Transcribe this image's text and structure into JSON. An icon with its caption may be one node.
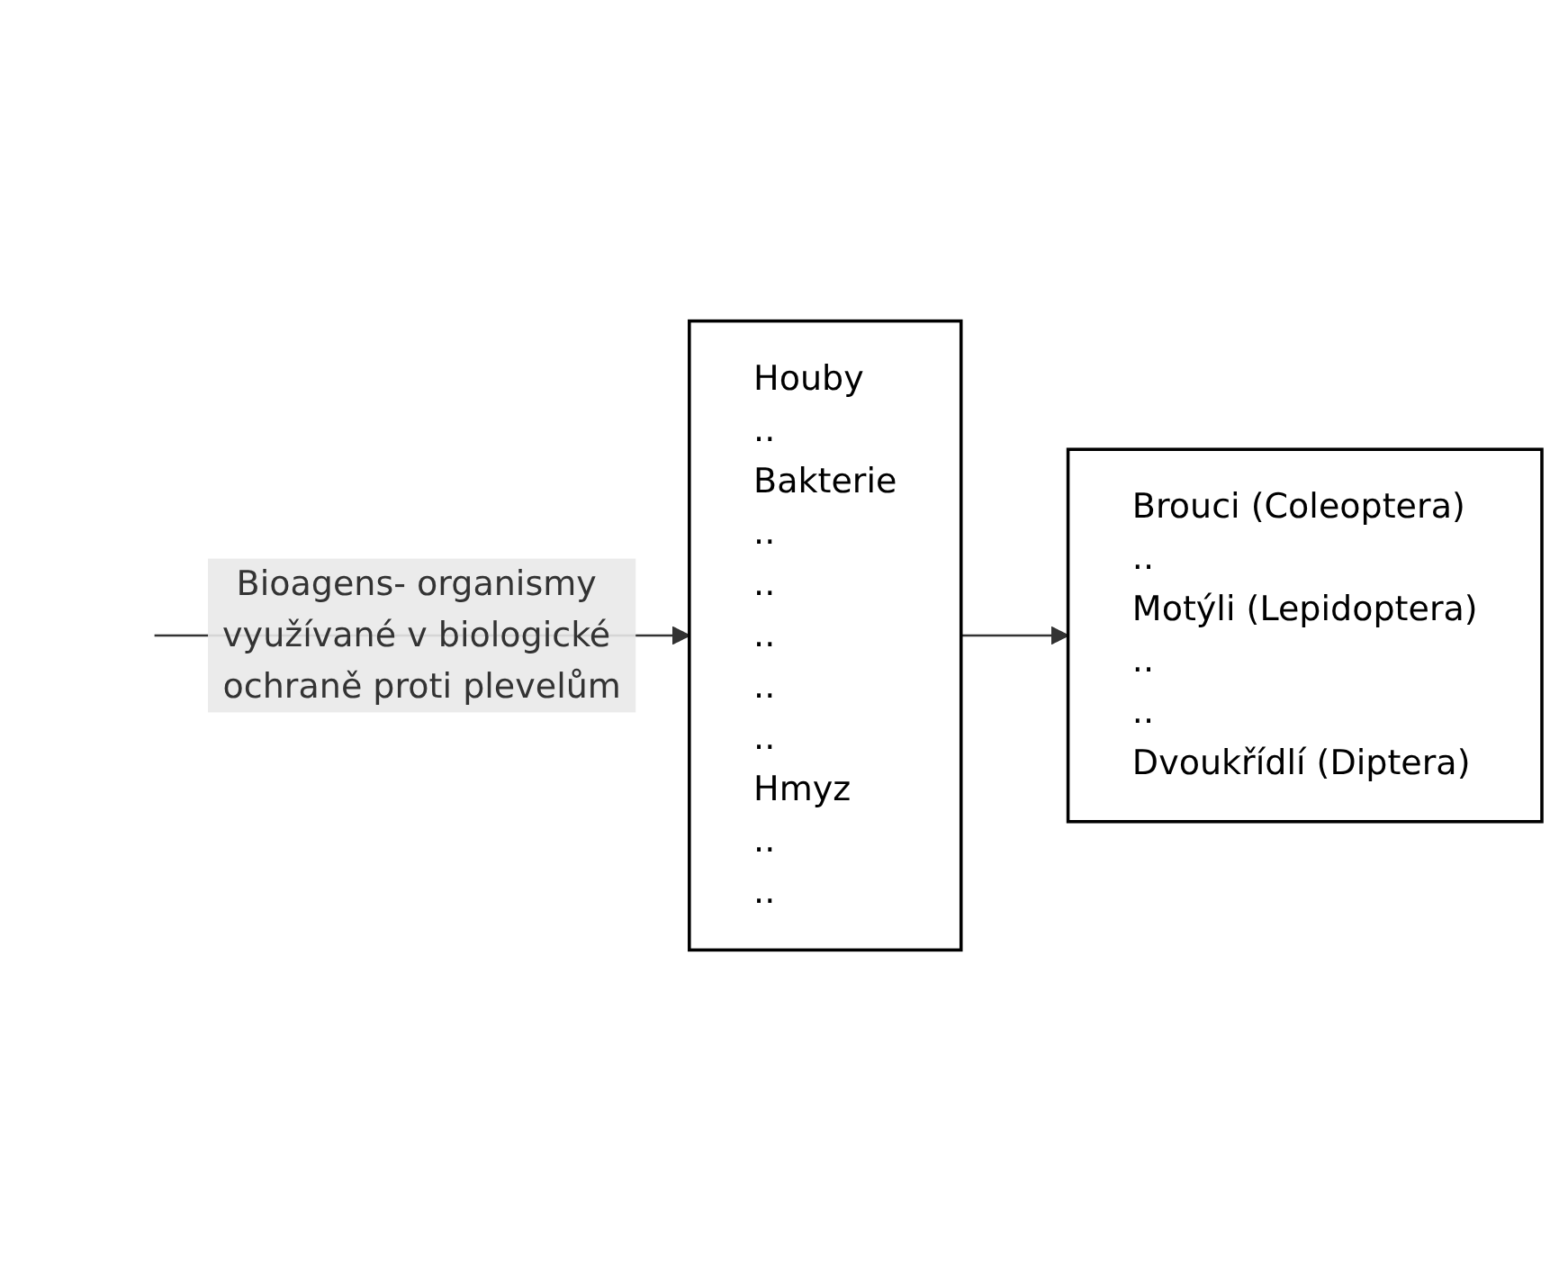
{
  "diagram": {
    "nodes": [
      {
        "text": [
          "Houby",
          "..",
          "Bakterie",
          "..",
          "..",
          "..",
          "..",
          "..",
          "Hmyz",
          "..",
          ".."
        ]
      },
      {
        "text": [
          "Brouci (Coleoptera)",
          "..",
          "Motýli (Lepidoptera)",
          "..",
          "..",
          "Dvoukřídlí (Diptera)"
        ]
      }
    ],
    "edges": [
      {
        "from": null,
        "to": 0,
        "arrow": "to",
        "label": "Bioagens- organismy využívané v biologické ochraně proti plevelům"
      },
      {
        "from": 0,
        "to": 1,
        "arrow": "to"
      }
    ]
  }
}
